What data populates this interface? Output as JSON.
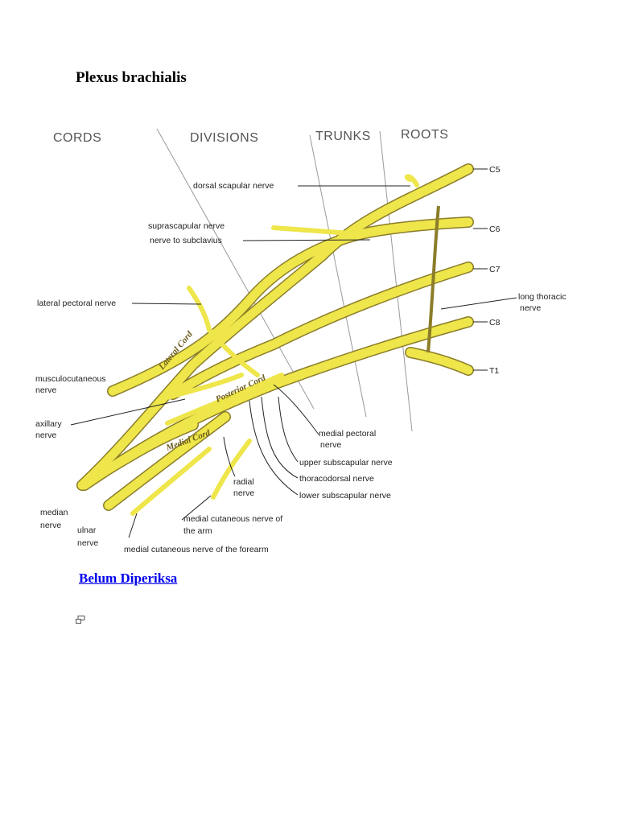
{
  "title": "Plexus brachialis",
  "diagram": {
    "headers": {
      "cords": "CORDS",
      "divisions": "DIVISIONS",
      "trunks": "TRUNKS",
      "roots": "ROOTS"
    },
    "roots": [
      "C5",
      "C6",
      "C7",
      "C8",
      "T1"
    ],
    "labels": {
      "dorsal_scapular": "dorsal scapular nerve",
      "suprascapular": "suprascapular nerve",
      "subclavius": "nerve to subclavius",
      "lateral_pectoral": "lateral pectoral nerve",
      "long_thoracic_1": "long thoracic",
      "long_thoracic_2": "nerve",
      "musculocutaneous_1": "musculocutaneous",
      "musculocutaneous_2": "nerve",
      "axillary_1": "axillary",
      "axillary_2": "nerve",
      "medial_pectoral_1": "medial pectoral",
      "medial_pectoral_2": "nerve",
      "upper_subscapular": "upper subscapular nerve",
      "thoracodorsal": "thoracodorsal nerve",
      "lower_subscapular": "lower subscapular nerve",
      "radial_1": "radial",
      "radial_2": "nerve",
      "median_1": "median",
      "median_2": "nerve",
      "ulnar_1": "ulnar",
      "ulnar_2": "nerve",
      "med_cut_arm_1": "medial cutaneous nerve of",
      "med_cut_arm_2": "the arm",
      "med_cut_forearm": "medial cutaneous nerve of the forearm"
    },
    "cord_labels": {
      "lateral": "Lateral Cord",
      "posterior": "Posterior Cord",
      "medial": "Medial Cord"
    },
    "colors": {
      "nerve": "#eee64a",
      "nerve_edge": "#8b7d2a"
    }
  },
  "link": {
    "label": "Belum Diperiksa"
  },
  "icon": "small-window-icon"
}
